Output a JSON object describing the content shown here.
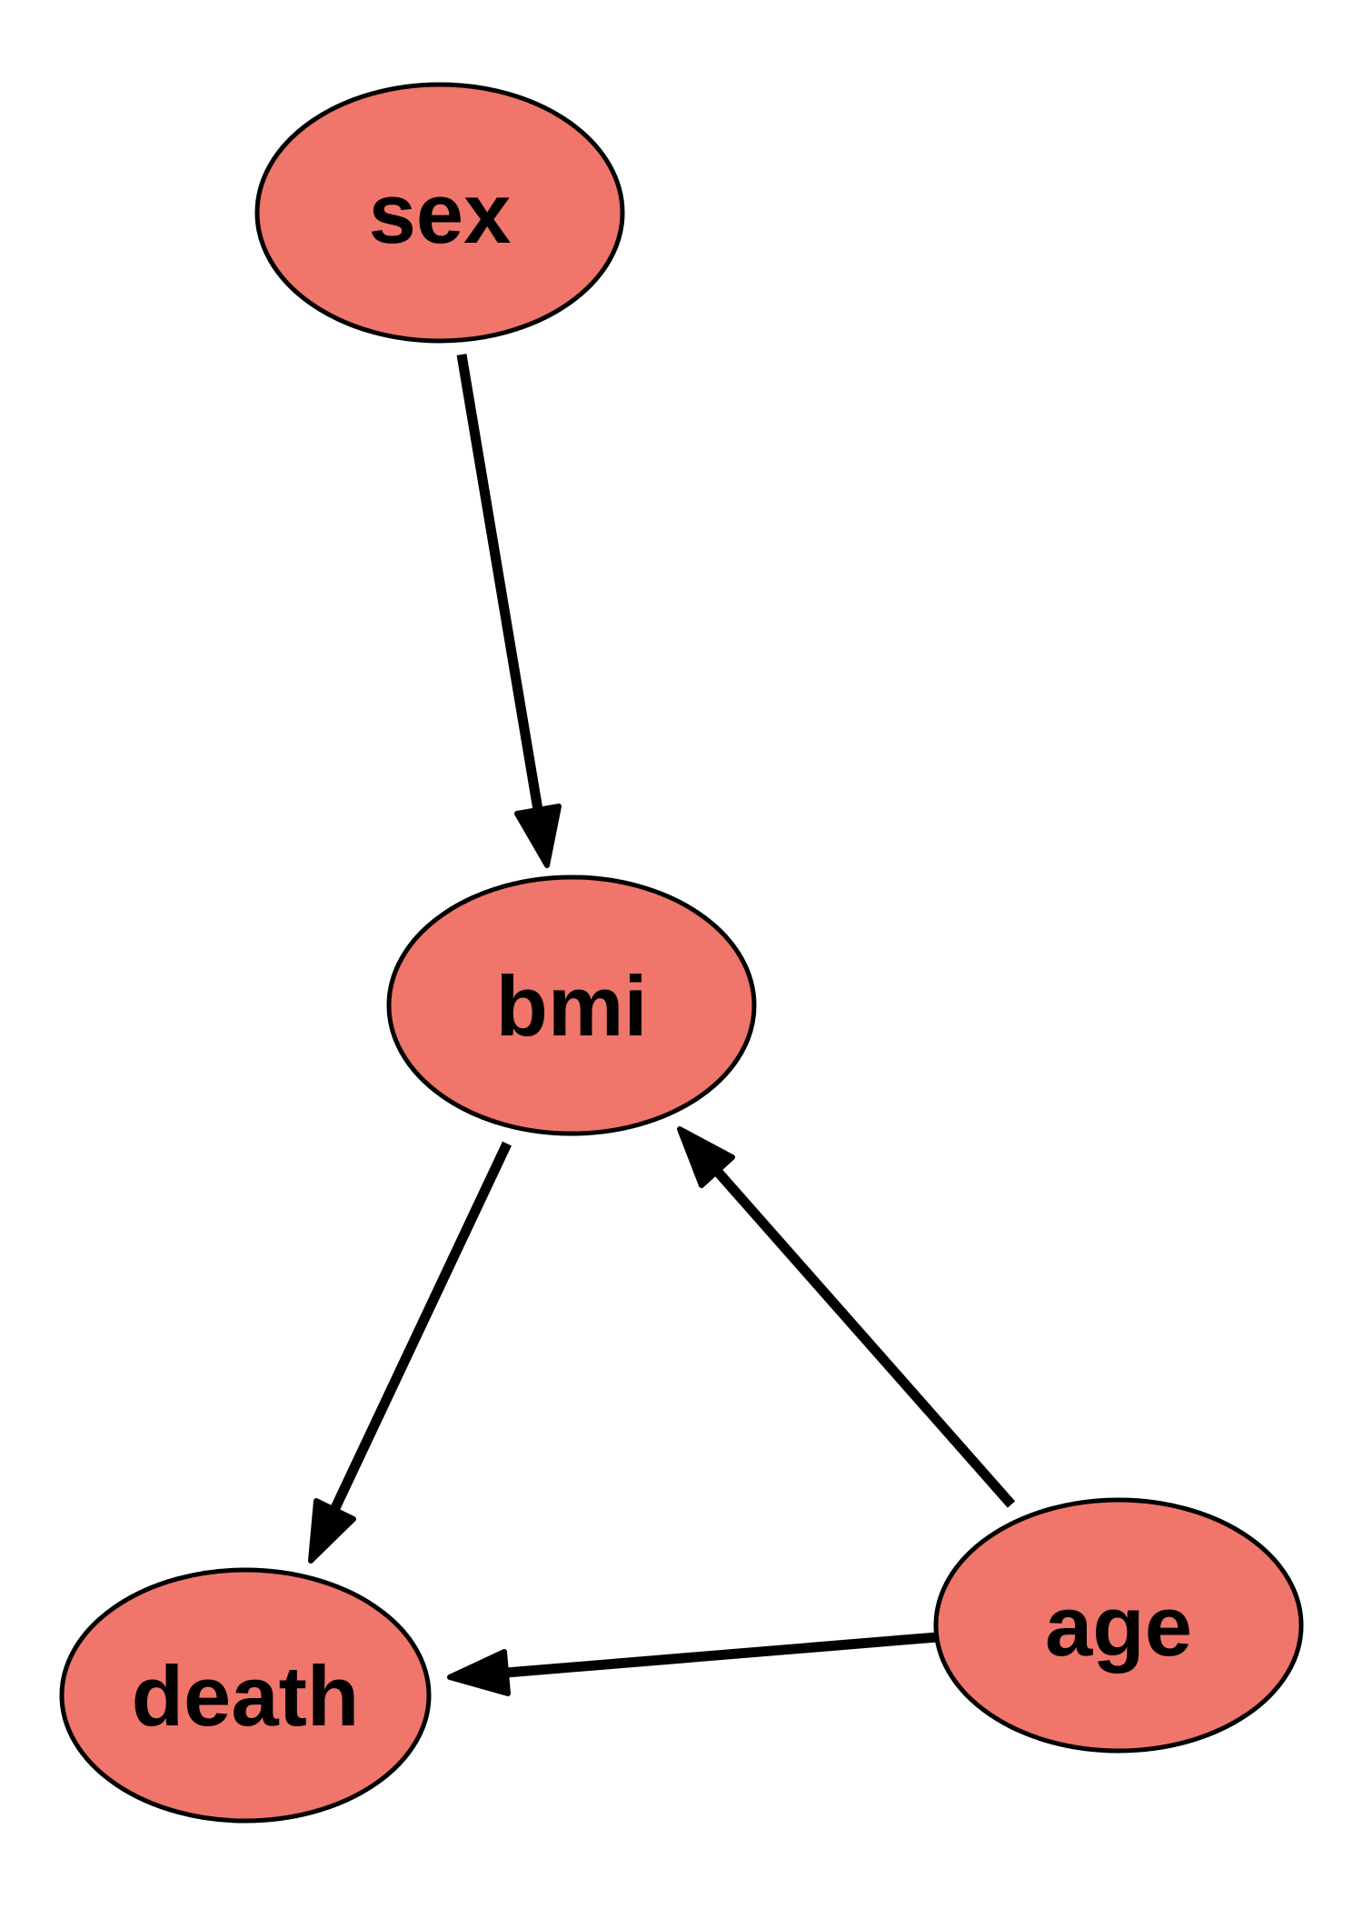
{
  "diagram": {
    "type": "dag",
    "background_color": "#ffffff",
    "node_fill": "#f0756a",
    "node_stroke": "#000000",
    "edge_color": "#000000",
    "nodes": [
      {
        "id": "sex",
        "label": "sex"
      },
      {
        "id": "bmi",
        "label": "bmi"
      },
      {
        "id": "death",
        "label": "death"
      },
      {
        "id": "age",
        "label": "age"
      }
    ],
    "edges": [
      {
        "from": "sex",
        "to": "bmi"
      },
      {
        "from": "bmi",
        "to": "death"
      },
      {
        "from": "age",
        "to": "bmi"
      },
      {
        "from": "age",
        "to": "death"
      }
    ]
  }
}
